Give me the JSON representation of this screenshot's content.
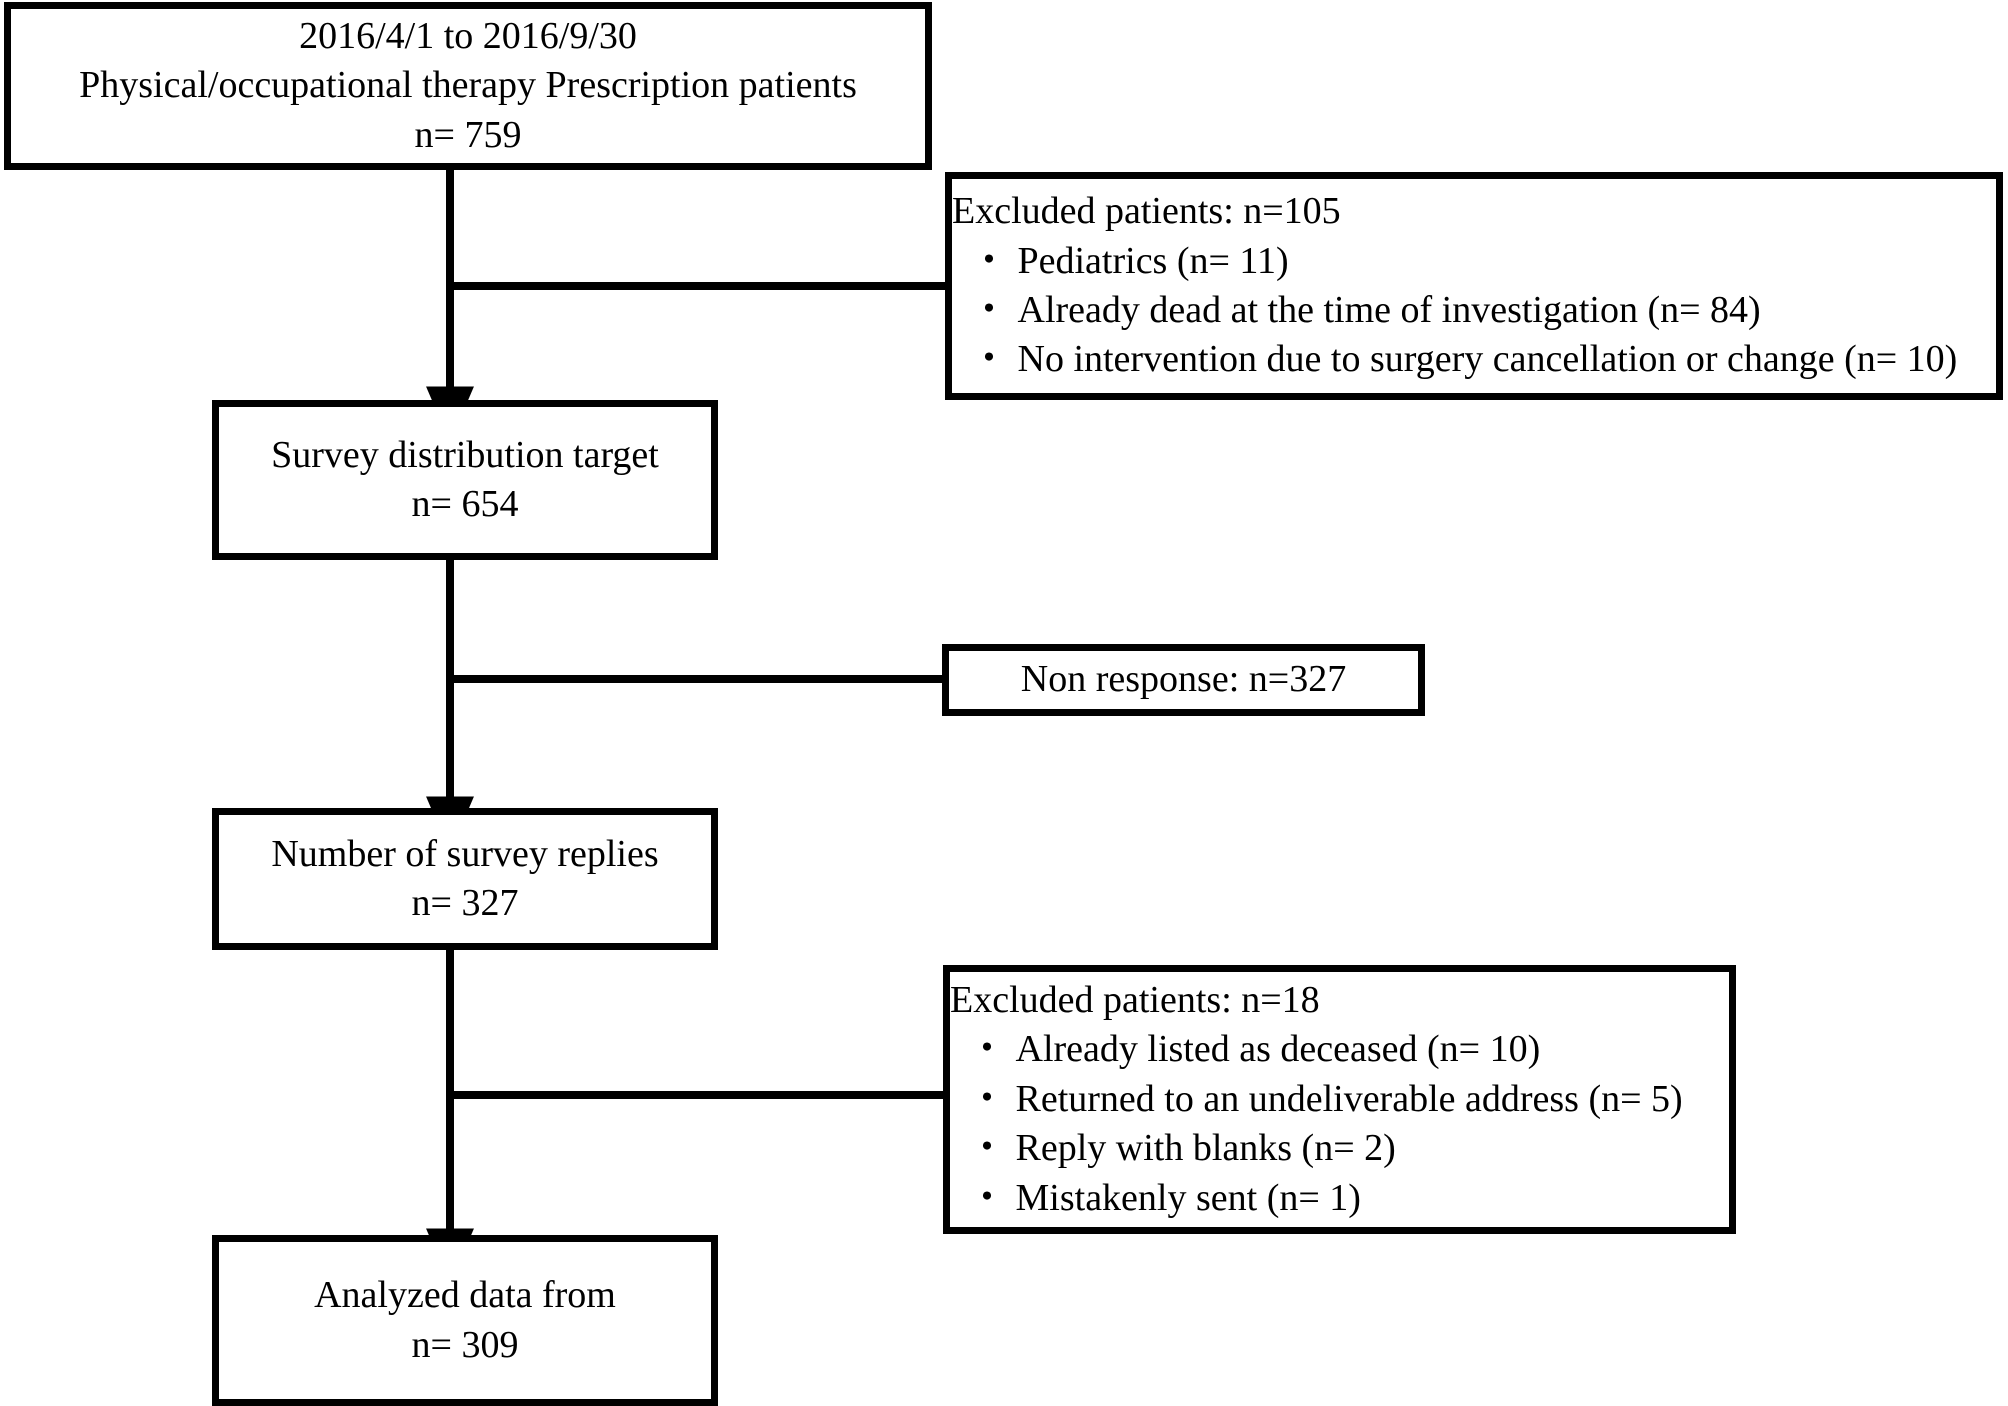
{
  "diagram": {
    "title": "Study participant flow diagram",
    "type": "flowchart",
    "stroke_color": "#000000",
    "background_color": "#ffffff"
  },
  "nodes": {
    "source_cohort": {
      "name": "source-cohort-box",
      "lines": [
        "2016/4/1 to 2016/9/30",
        "Physical/occupational therapy Prescription patients",
        "n= 759"
      ]
    },
    "excluded_1": {
      "name": "excluded-patients-1-box",
      "heading": "Excluded patients: n=105",
      "items": [
        "・ Pediatrics (n= 11)",
        "・ Already dead at the time of investigation (n= 84)",
        "・ No intervention due to surgery cancellation or change (n= 10)"
      ]
    },
    "survey_target": {
      "name": "survey-distribution-target-box",
      "lines": [
        "Survey distribution target",
        "n= 654"
      ]
    },
    "non_response": {
      "name": "non-response-box",
      "lines": [
        "Non response: n=327"
      ]
    },
    "survey_replies": {
      "name": "survey-replies-box",
      "lines": [
        "Number of survey replies",
        "n= 327"
      ]
    },
    "excluded_2": {
      "name": "excluded-patients-2-box",
      "heading": "Excluded patients: n=18",
      "items": [
        "・ Already listed as deceased (n= 10)",
        "・ Returned to an undeliverable address (n= 5)",
        "・ Reply with blanks (n= 2)",
        "・ Mistakenly sent (n= 1)"
      ]
    },
    "analyzed_data": {
      "name": "analyzed-data-box",
      "lines": [
        "Analyzed data from",
        "n= 309"
      ]
    }
  },
  "connectors": [
    {
      "name": "arrow-source-to-survey-target",
      "from": "source_cohort",
      "to": "survey_target",
      "direction": "down"
    },
    {
      "name": "branch-to-excluded-1",
      "from": "source_cohort",
      "to": "excluded_1",
      "direction": "right"
    },
    {
      "name": "arrow-survey-target-to-replies",
      "from": "survey_target",
      "to": "survey_replies",
      "direction": "down"
    },
    {
      "name": "branch-to-non-response",
      "from": "survey_target",
      "to": "non_response",
      "direction": "right"
    },
    {
      "name": "arrow-replies-to-analyzed",
      "from": "survey_replies",
      "to": "analyzed_data",
      "direction": "down"
    },
    {
      "name": "branch-to-excluded-2",
      "from": "survey_replies",
      "to": "excluded_2",
      "direction": "right"
    }
  ]
}
